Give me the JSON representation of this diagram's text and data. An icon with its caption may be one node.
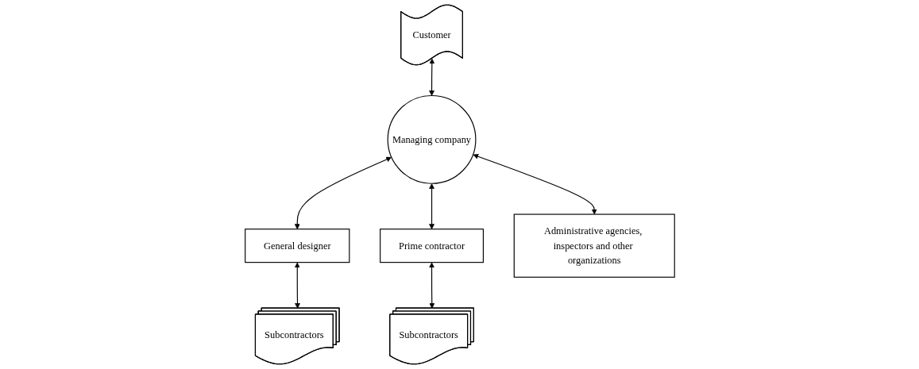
{
  "diagram": {
    "nodes": [
      {
        "text": [
          "Customer"
        ]
      },
      {
        "text": [
          "Managing company"
        ]
      },
      {
        "text": [
          "General designer"
        ]
      },
      {
        "text": [
          "Prime contractor"
        ]
      },
      {
        "text": [
          "Subcontractors"
        ]
      },
      {
        "text": [
          "Administrative agencies, inspectors and other organizations"
        ]
      },
      {
        "text": [
          "Subcontractors"
        ]
      }
    ],
    "edges": [
      {
        "from": 0,
        "to": 1,
        "arrow": "both"
      },
      {
        "from": 1,
        "to": 2,
        "arrow": "both"
      },
      {
        "from": 1,
        "to": 3,
        "arrow": "both"
      },
      {
        "from": 2,
        "to": 4,
        "arrow": "both"
      },
      {
        "from": 1,
        "to": 5,
        "arrow": "both"
      },
      {
        "from": 3,
        "to": 6,
        "arrow": "both"
      }
    ]
  }
}
